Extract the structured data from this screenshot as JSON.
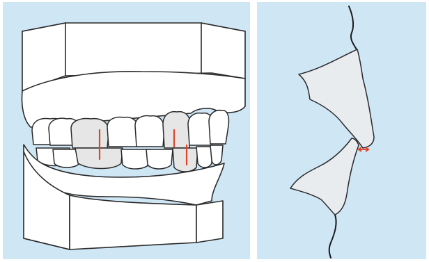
{
  "figure": {
    "left_panel": {
      "subject": "dental-articulator-bite-view",
      "highlighted_teeth": [
        "upper-premolar",
        "lower-premolar",
        "upper-canine",
        "lower-canine"
      ],
      "markers": [
        "midline-marker-premolar",
        "midline-marker-canine-upper",
        "midline-marker-canine-lower"
      ]
    },
    "right_panel": {
      "subject": "incisor-profile-overjet-view",
      "markers": [
        "overjet-arrow"
      ]
    },
    "colors": {
      "background": "#cfe6f5",
      "highlight_fill": "#e6e6e6",
      "marker": "#e0462c",
      "line": "#2a2a2a"
    }
  }
}
